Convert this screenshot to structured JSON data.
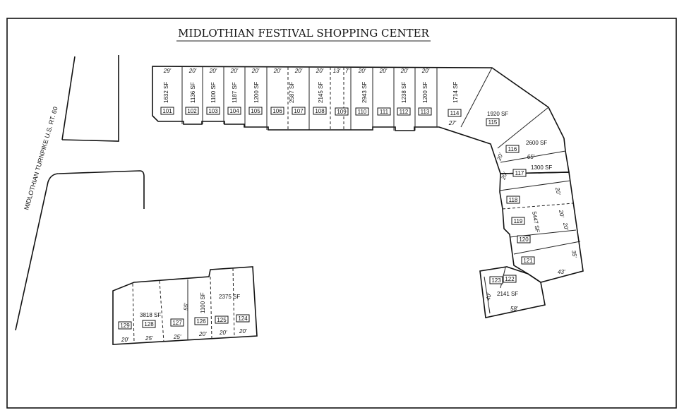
{
  "title": "MIDLOTHIAN FESTIVAL SHOPPING CENTER",
  "road_label": "MIDLOTHIAN TURNPIKE  U.S. RT. 60",
  "units": [
    {
      "id": "101",
      "area": "1632 SF",
      "width": "29'"
    },
    {
      "id": "102",
      "area": "1136 SF",
      "width": "20'"
    },
    {
      "id": "103",
      "area": "1100 SF",
      "width": "20'"
    },
    {
      "id": "104",
      "area": "1187 SF",
      "width": "20'"
    },
    {
      "id": "105",
      "area": "1200 SF",
      "width": "20'"
    },
    {
      "id": "106",
      "area": "",
      "width": "20'"
    },
    {
      "id": "107",
      "area": "2587 SF",
      "width": "20'"
    },
    {
      "id": "108",
      "area": "2145 SF",
      "width": "20'"
    },
    {
      "id": "109",
      "area": "",
      "width": "13'"
    },
    {
      "id": "110",
      "area": "2943 SF",
      "width": "7'"
    },
    {
      "id": "110b",
      "area": "",
      "width": "20'"
    },
    {
      "id": "111",
      "area": "",
      "width": "20'"
    },
    {
      "id": "112",
      "area": "1238 SF",
      "width": "20'"
    },
    {
      "id": "113",
      "area": "1200 SF",
      "width": "20'"
    },
    {
      "id": "114",
      "area": "1714 SF",
      "width": "27'"
    },
    {
      "id": "115",
      "area": "1920 SF"
    },
    {
      "id": "116",
      "area": "2600 SF",
      "width": "65'"
    },
    {
      "id": "117",
      "area": "1300 SF"
    },
    {
      "id": "118",
      "area": ""
    },
    {
      "id": "119",
      "area": "5447 SF"
    },
    {
      "id": "120",
      "area": ""
    },
    {
      "id": "121",
      "area": ""
    },
    {
      "id": "122",
      "area": ""
    },
    {
      "id": "123",
      "area": "2141 SF"
    },
    {
      "id": "124",
      "area": ""
    },
    {
      "id": "125",
      "area": "2375 SF"
    },
    {
      "id": "126",
      "area": "1100 SF"
    },
    {
      "id": "127",
      "area": ""
    },
    {
      "id": "128",
      "area": "3818 SF"
    },
    {
      "id": "129",
      "area": ""
    }
  ],
  "dims": {
    "d20a": "20'",
    "d20b": "20'",
    "d20c": "20'",
    "d20d": "20'",
    "d35": "35'",
    "d43": "43'",
    "d40": "40'",
    "d58": "58'",
    "d20e": "20'",
    "d55": "55'",
    "d20f": "20'",
    "d25a": "25'",
    "d25b": "25'",
    "d20g": "20'",
    "d20h": "20'",
    "d20i": "20'"
  }
}
